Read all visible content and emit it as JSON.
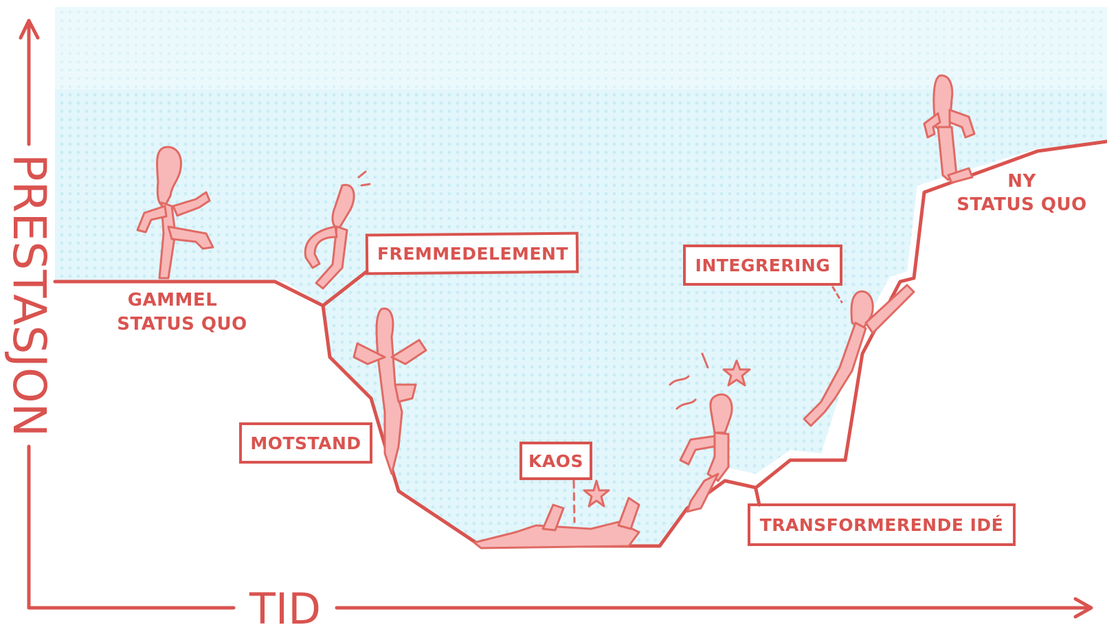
{
  "axes": {
    "y_label": "PRESTASJON",
    "x_label": "TID"
  },
  "stages": {
    "old_status_quo": [
      "GAMMEL",
      "STATUS QUO"
    ],
    "foreign_element": "FREMMEDELEMENT",
    "resistance": "MOTSTAND",
    "chaos": "KAOS",
    "integration": "INTEGRERING",
    "transforming_idea": "TRANSFORMERENDE IDÉ",
    "new_status_quo": [
      "NY",
      "STATUS QUO"
    ]
  },
  "colors": {
    "line": "#d9534f",
    "sky": "#e2f6fb",
    "figure_fill": "#f8b8b8"
  }
}
